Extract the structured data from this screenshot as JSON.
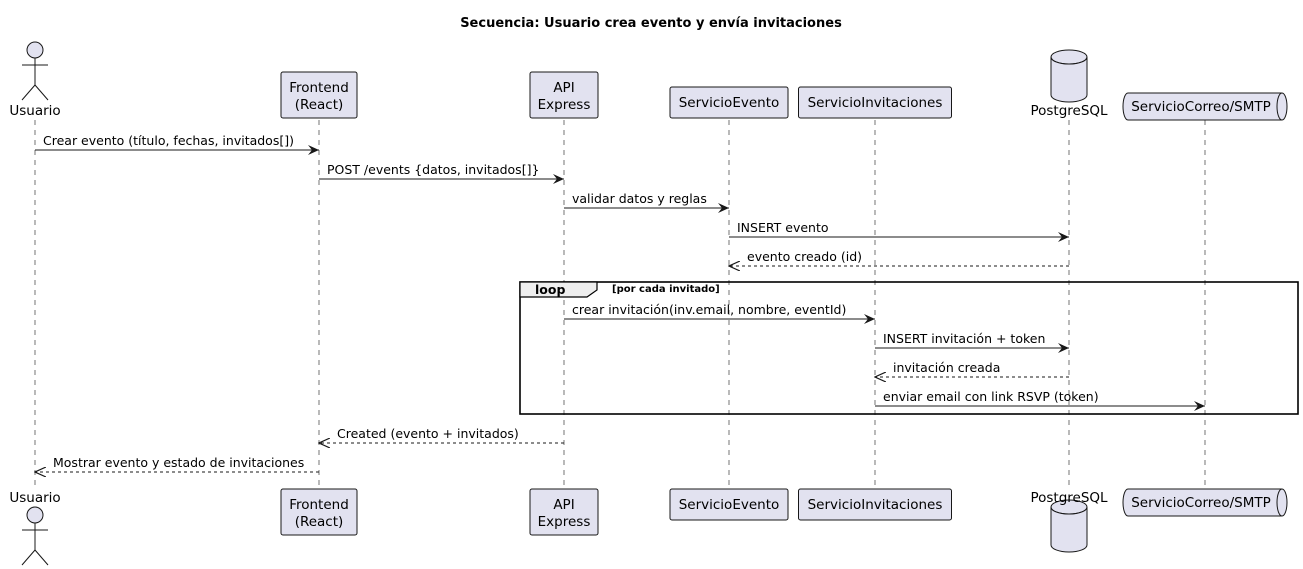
{
  "title": "Secuencia: Usuario crea evento y envía invitaciones",
  "participants": [
    {
      "id": "usuario",
      "kind": "actor",
      "lines": [
        "Usuario"
      ]
    },
    {
      "id": "frontend",
      "kind": "box",
      "lines": [
        "Frontend",
        "(React)"
      ]
    },
    {
      "id": "api",
      "kind": "box",
      "lines": [
        "API",
        "Express"
      ]
    },
    {
      "id": "svc-evento",
      "kind": "box",
      "lines": [
        "ServicioEvento"
      ]
    },
    {
      "id": "svc-invitaciones",
      "kind": "box",
      "lines": [
        "ServicioInvitaciones"
      ]
    },
    {
      "id": "postgres",
      "kind": "database",
      "lines": [
        "PostgreSQL"
      ]
    },
    {
      "id": "correo",
      "kind": "queue",
      "lines": [
        "ServicioCorreo/SMTP"
      ]
    }
  ],
  "messages": [
    {
      "from": "usuario",
      "to": "frontend",
      "label": "Crear evento (título, fechas, invitados[])",
      "style": "sync"
    },
    {
      "from": "frontend",
      "to": "api",
      "label": "POST /events {datos, invitados[]}",
      "style": "sync"
    },
    {
      "from": "api",
      "to": "svc-evento",
      "label": "validar datos y reglas",
      "style": "sync"
    },
    {
      "from": "svc-evento",
      "to": "postgres",
      "label": "INSERT evento",
      "style": "sync"
    },
    {
      "from": "postgres",
      "to": "svc-evento",
      "label": "evento creado (id)",
      "style": "reply"
    },
    {
      "from": "api",
      "to": "svc-invitaciones",
      "label": "crear invitación(inv.email, nombre, eventId)",
      "style": "sync"
    },
    {
      "from": "svc-invitaciones",
      "to": "postgres",
      "label": "INSERT invitación + token",
      "style": "sync"
    },
    {
      "from": "postgres",
      "to": "svc-invitaciones",
      "label": "invitación creada",
      "style": "reply"
    },
    {
      "from": "svc-invitaciones",
      "to": "correo",
      "label": "enviar email con link RSVP (token)",
      "style": "sync"
    },
    {
      "from": "api",
      "to": "frontend",
      "label": "Created (evento + invitados)",
      "style": "reply"
    },
    {
      "from": "frontend",
      "to": "usuario",
      "label": "Mostrar evento y estado de invitaciones",
      "style": "reply"
    }
  ],
  "fragment": {
    "keyword": "loop",
    "condition": "[por cada invitado]",
    "first_message": 5,
    "last_message": 8
  },
  "colors": {
    "participant_fill": "#e2e2f0",
    "participant_stroke": "#181818",
    "lifeline": "#181818",
    "arrow": "#181818",
    "fragment_header": "#eeeeee"
  }
}
